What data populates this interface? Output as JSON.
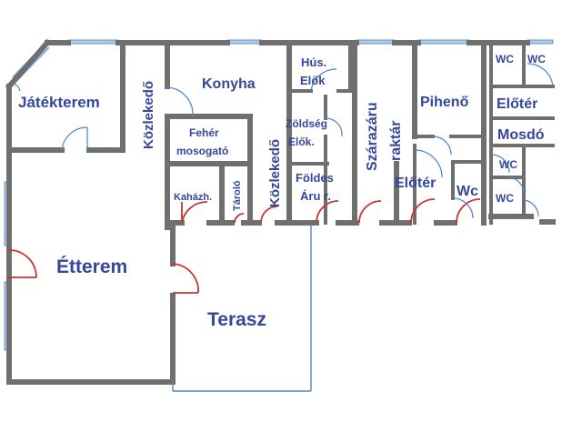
{
  "rooms": {
    "jatekterem": "Játékterem",
    "kozlekedo_1": "Közlekedő",
    "konyha": "Konyha",
    "feher_mosogato_1": "Fehér",
    "feher_mosogato_2": "mosogató",
    "hus_elok_1": "Hús.",
    "hus_elok_2": "Elők",
    "zoldseg_elok_1": "Zöldség",
    "zoldseg_elok_2": "Elők.",
    "kozlekedo_2": "Közlekedő",
    "szarazaru_raktar_1": "Szárazáru",
    "szarazaru_raktar_2": "raktár",
    "piheno": "Pihenő",
    "wc_1": "WC",
    "wc_2": "WC",
    "eloter_1": "Előtér",
    "mosdo": "Mosdó",
    "wc_3": "WC",
    "wc_4": "WC",
    "kahazh": "Kaházh.",
    "tarolo": "Tároló",
    "foldes_aru_1": "Földes",
    "foldes_aru_2": "Áru r.",
    "eloter_2": "Előtér",
    "wc_5": "Wc",
    "etterem": "Étterem",
    "terasz": "Terasz"
  }
}
